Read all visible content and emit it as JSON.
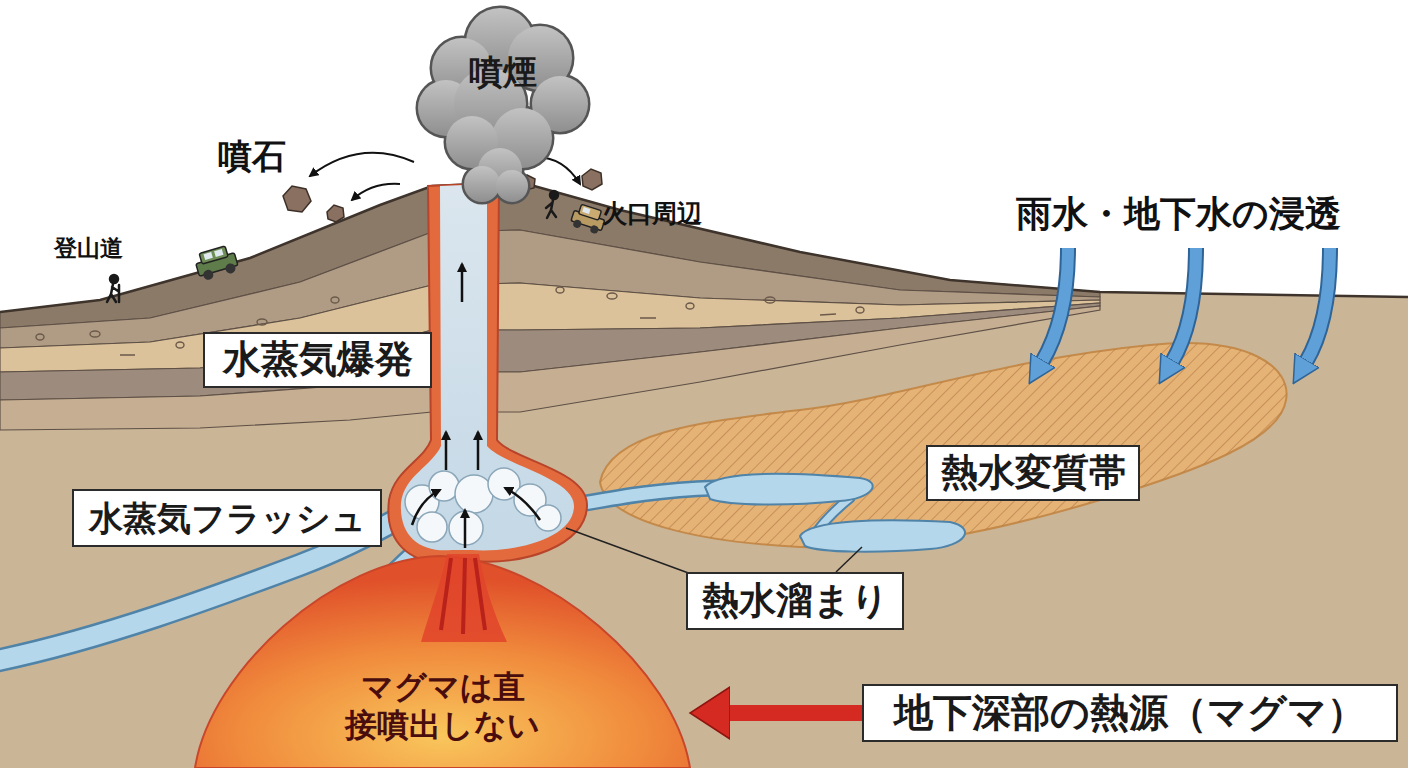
{
  "diagram": {
    "nodes": [
      {
        "text": [
          "噴煙"
        ]
      },
      {
        "text": [
          "水蒸気爆発"
        ]
      },
      {
        "text": [
          "熱水変質帯"
        ]
      },
      {
        "text": [
          "水蒸気フラッシュ"
        ]
      },
      {
        "text": [
          "熱水溜まり"
        ]
      },
      {
        "text": [
          "マグマは直 接噴出しない"
        ]
      },
      {
        "text": [
          "地下深部の熱源（マグマ）"
        ]
      }
    ],
    "edges": [
      {
        "from": 6,
        "to": 5,
        "arrow": "to"
      }
    ],
    "labels": [
      "噴石",
      "火口周辺",
      "登山道",
      "雨水・地下水の浸透"
    ]
  }
}
